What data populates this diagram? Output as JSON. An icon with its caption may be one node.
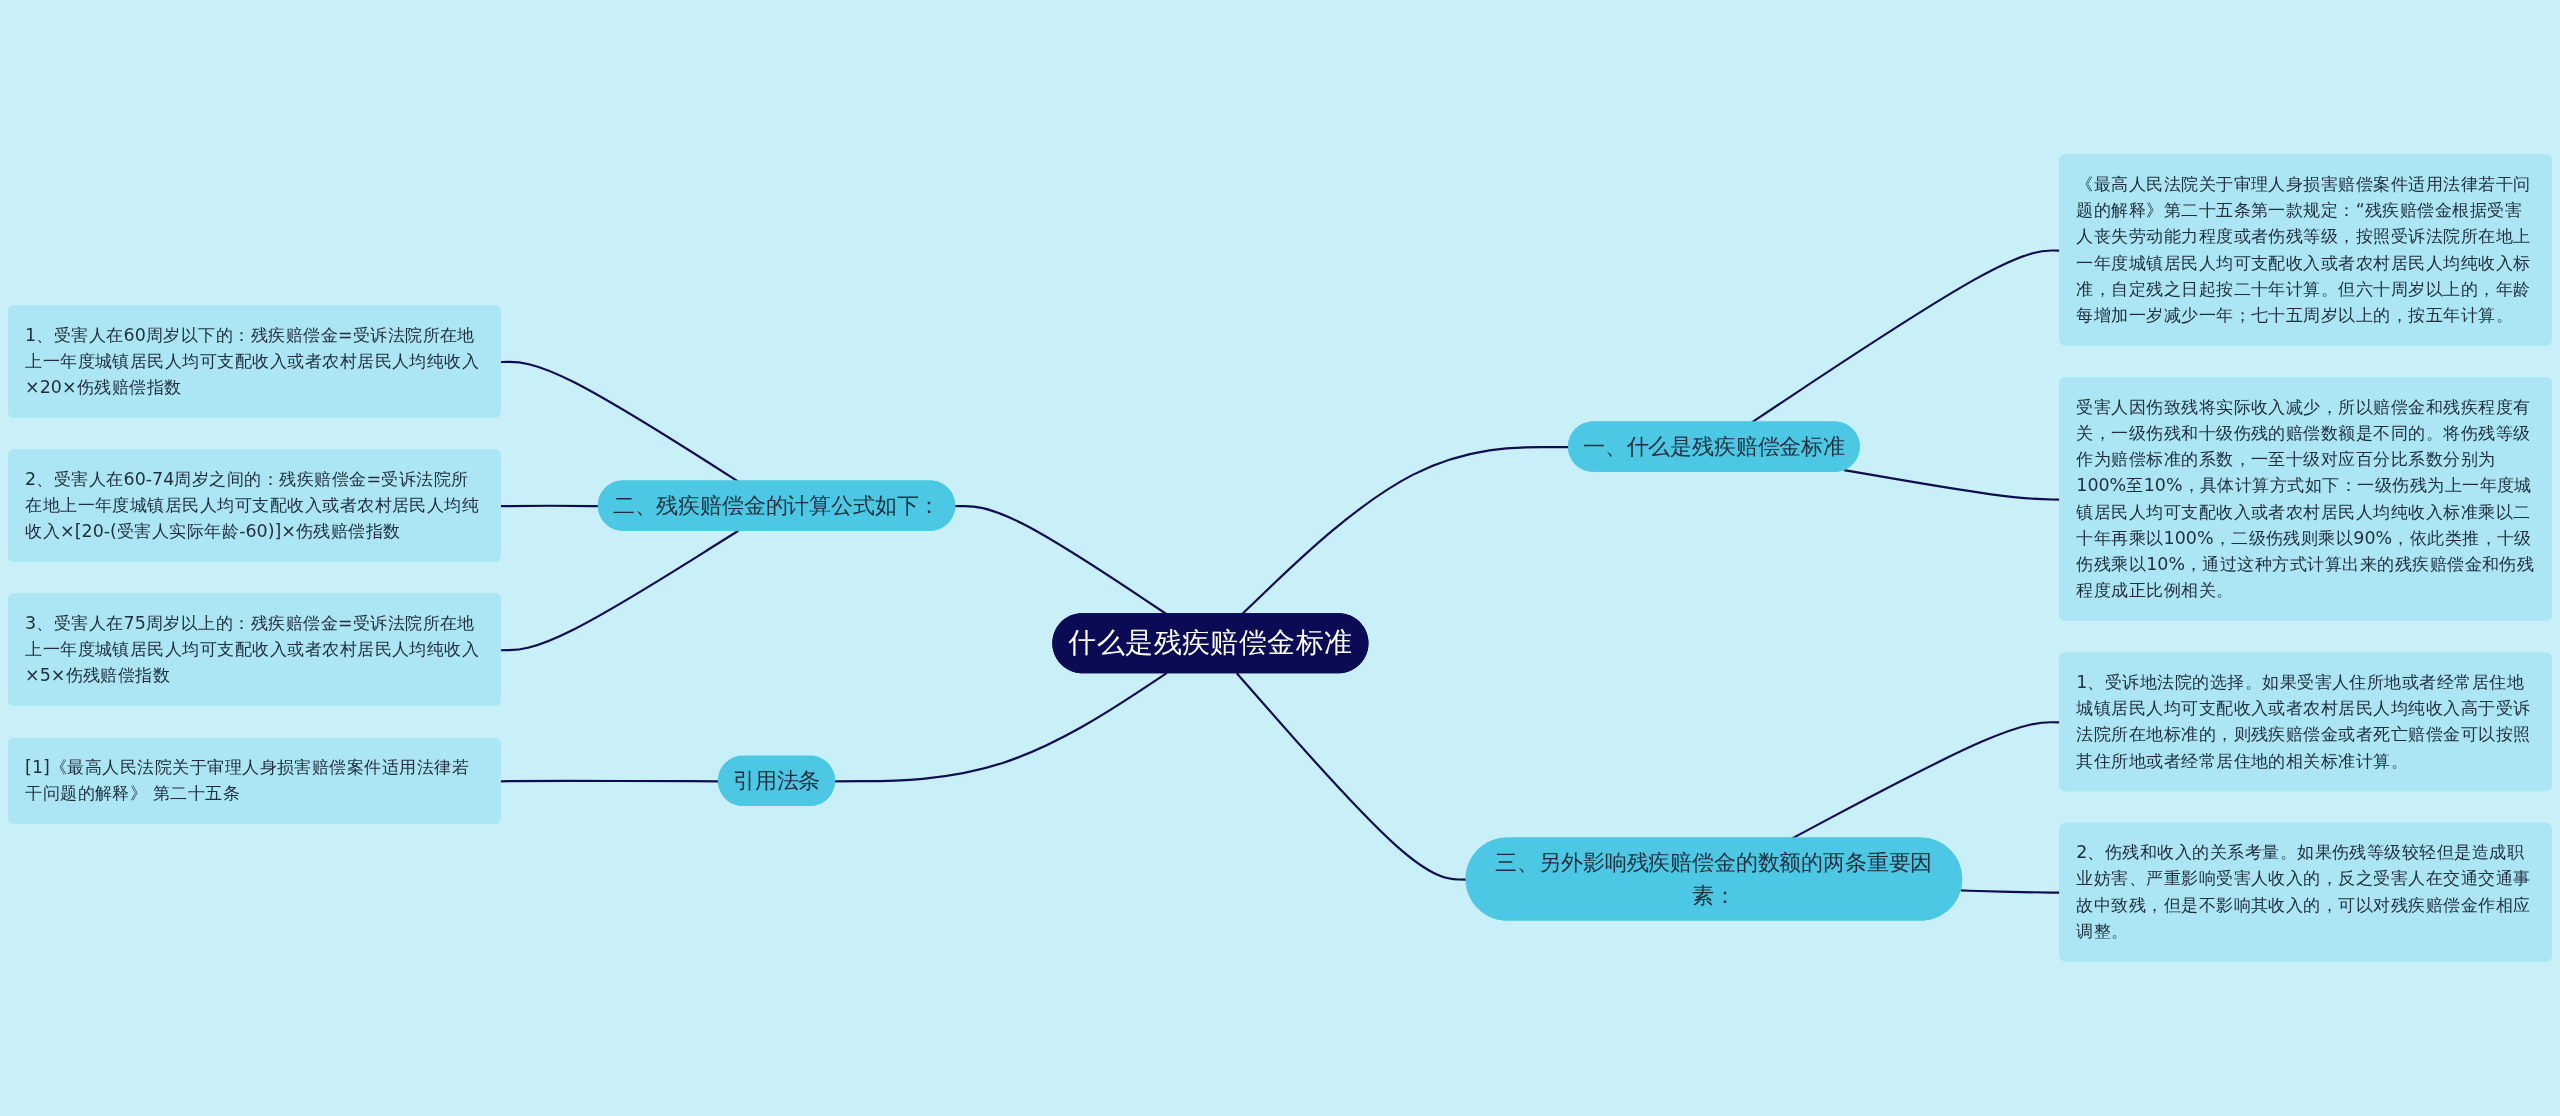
{
  "diagram": {
    "nodes": [
      {
        "text": [
          "什么是残疾赔偿金标准"
        ]
      },
      {
        "text": [
          "一、什么是残疾赔偿金标准"
        ]
      },
      {
        "text": [
          "《最高人民法院关于审理人身损害赔偿案件适用法律若干问题的解释》第二十五条第一款规定：“残疾赔偿金根据受害人丧失劳动能力程度或者伤残等级，按照受诉法院所在地上一年度城镇居民人均可支配收入或者农村居民人均纯收入标准，自定残之日起按二十年计算。但六十周岁以上的，年龄每增加一岁减少一年；七十五周岁以上的，按五年计算。"
        ]
      },
      {
        "text": [
          "受害人因伤致残将实际收入减少，所以赔偿金和残疾程度有关，一级伤残和十级伤残的赔偿数额是不同的。将伤残等级作为赔偿标准的系数，一至十级对应百分比系数分别为100%至10%，具体计算方式如下：一级伤残为上一年度城镇居民人均可支配收入或者农村居民人均纯收入标准乘以二十年再乘以100%，二级伤残则乘以90%，依此类推，十级伤残乘以10%，通过这种方式计算出来的残疾赔偿金和伤残程度成正比例相关。"
        ]
      },
      {
        "text": [
          "二、残疾赔偿金的计算公式如下："
        ]
      },
      {
        "text": [
          "1、受害人在60周岁以下的：残疾赔偿金=受诉法院所在地上一年度城镇居民人均可支配收入或者农村居民人均纯收入×20×伤残赔偿指数"
        ]
      },
      {
        "text": [
          "2、受害人在60-74周岁之间的：残疾赔偿金=受诉法院所在地上一年度城镇居民人均可支配收入或者农村居民人均纯收入×[20-(受害人实际年龄-60)]×伤残赔偿指数"
        ]
      },
      {
        "text": [
          "3、受害人在75周岁以上的：残疾赔偿金=受诉法院所在地上一年度城镇居民人均可支配收入或者农村居民人均纯收入×5×伤残赔偿指数"
        ]
      },
      {
        "text": [
          "引用法条"
        ]
      },
      {
        "text": [
          "[1]《最高人民法院关于审理人身损害赔偿案件适用法律若干问题的解释》 第二十五条"
        ]
      },
      {
        "text": [
          "三、另外影响残疾赔偿金的数额的两条重要因素："
        ]
      },
      {
        "text": [
          "1、受诉地法院的选择。如果受害人住所地或者经常居住地城镇居民人均可支配收入或者农村居民人均纯收入高于受诉法院所在地标准的，则残疾赔偿金或者死亡赔偿金可以按照其住所地或者经常居住地的相关标准计算。"
        ]
      },
      {
        "text": [
          "2、伤残和收入的关系考量。如果伤残等级较轻但是造成职业妨害、严重影响受害人收入的，反之受害人在交通交通事故中致残，但是不影响其收入的，可以对残疾赔偿金作相应调整。"
        ]
      }
    ],
    "edges": [
      {
        "from": 0,
        "to": 1,
        "arrow": "none"
      },
      {
        "from": 1,
        "to": 2,
        "arrow": "none"
      },
      {
        "from": 1,
        "to": 3,
        "arrow": "none"
      },
      {
        "from": 5,
        "to": 4,
        "arrow": "none"
      },
      {
        "from": 6,
        "to": 4,
        "arrow": "none"
      },
      {
        "from": 7,
        "to": 4,
        "arrow": "none"
      },
      {
        "from": 4,
        "to": 0,
        "arrow": "none"
      },
      {
        "from": 9,
        "to": 8,
        "arrow": "none"
      },
      {
        "from": 8,
        "to": 0,
        "arrow": "none"
      },
      {
        "from": 0,
        "to": 10,
        "arrow": "none"
      },
      {
        "from": 10,
        "to": 11,
        "arrow": "none"
      },
      {
        "from": 10,
        "to": 12,
        "arrow": "none"
      }
    ]
  }
}
